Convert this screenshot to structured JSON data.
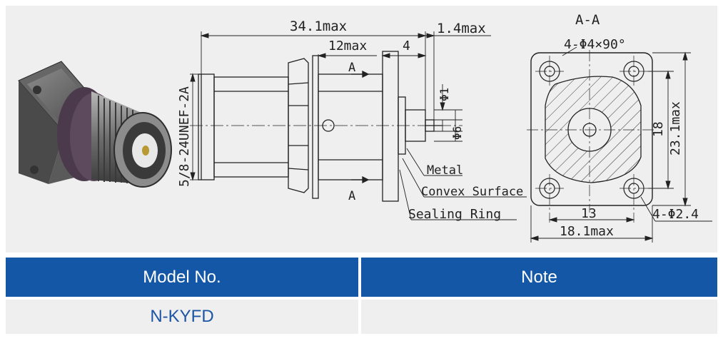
{
  "drawing": {
    "section_title": "A-A",
    "dims": {
      "overall_length": "34.1max",
      "flange_thickness": "1.4max",
      "body_length": "12max",
      "panel_thickness": "4",
      "thread_spec": "5/8-24UNEF-2A",
      "pin_dia": "Φ1",
      "insulator_dia": "Φ6",
      "section_mark": "A",
      "hole_spec_top": "4-Φ4×90°",
      "hole_spec_bottom": "4-Φ2.4",
      "hole_spacing_v": "18",
      "flange_height": "23.1max",
      "hole_spacing_h": "13",
      "flange_width": "18.1max"
    },
    "callouts": {
      "metal": "Metal",
      "convex": "Convex Surface",
      "sealing": "Sealing Ring"
    }
  },
  "table": {
    "headers": [
      "Model No.",
      "Note"
    ],
    "rows": [
      [
        "N-KYFD",
        ""
      ]
    ]
  }
}
